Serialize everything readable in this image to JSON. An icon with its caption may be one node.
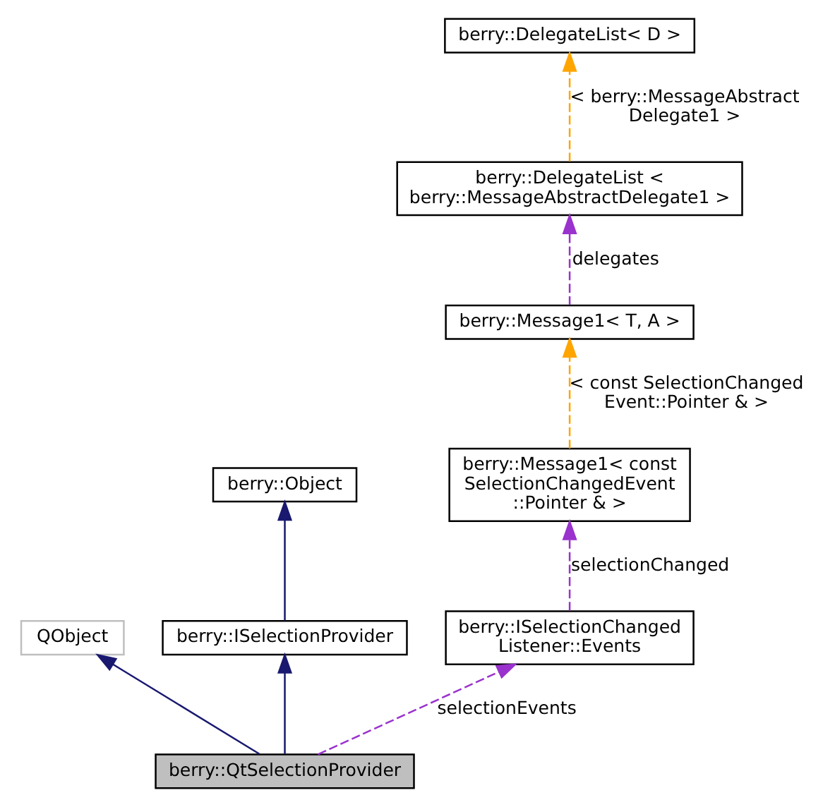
{
  "diagram": {
    "nodes": [
      {
        "text": [
          "berry::DelegateList< D >"
        ]
      },
      {
        "text": [
          "berry::DelegateList < berry::MessageAbstractDelegate1 >"
        ]
      },
      {
        "text": [
          "berry::Message1< T, A >"
        ]
      },
      {
        "text": [
          "berry::Object"
        ]
      },
      {
        "text": [
          "berry::Message1< const SelectionChangedEvent ::Pointer & >"
        ]
      },
      {
        "text": [
          "QObject"
        ]
      },
      {
        "text": [
          "berry::ISelectionProvider"
        ]
      },
      {
        "text": [
          "berry::ISelectionChanged Listener::Events"
        ]
      },
      {
        "text": [
          "berry::QtSelectionProvider"
        ]
      }
    ],
    "edges": [
      {
        "from": 1,
        "to": 0,
        "arrow": "to",
        "label": "< berry::MessageAbstract Delegate1 >",
        "style": "dashed",
        "color": "#ffa500"
      },
      {
        "from": 2,
        "to": 1,
        "arrow": "to",
        "label": "delegates",
        "style": "dashed",
        "color": "#9a32cd"
      },
      {
        "from": 4,
        "to": 2,
        "arrow": "to",
        "label": "< const SelectionChanged Event::Pointer & >",
        "style": "dashed",
        "color": "#ffa500"
      },
      {
        "from": 7,
        "to": 4,
        "arrow": "to",
        "label": "selectionChanged",
        "style": "dashed",
        "color": "#9a32cd"
      },
      {
        "from": 6,
        "to": 3,
        "arrow": "to",
        "color": "#191970"
      },
      {
        "from": 8,
        "to": 5,
        "arrow": "to",
        "color": "#191970"
      },
      {
        "from": 8,
        "to": 6,
        "arrow": "to",
        "color": "#191970"
      },
      {
        "from": 8,
        "to": 7,
        "arrow": "to",
        "label": "selectionEvents",
        "style": "dashed",
        "color": "#9a32cd"
      }
    ]
  }
}
